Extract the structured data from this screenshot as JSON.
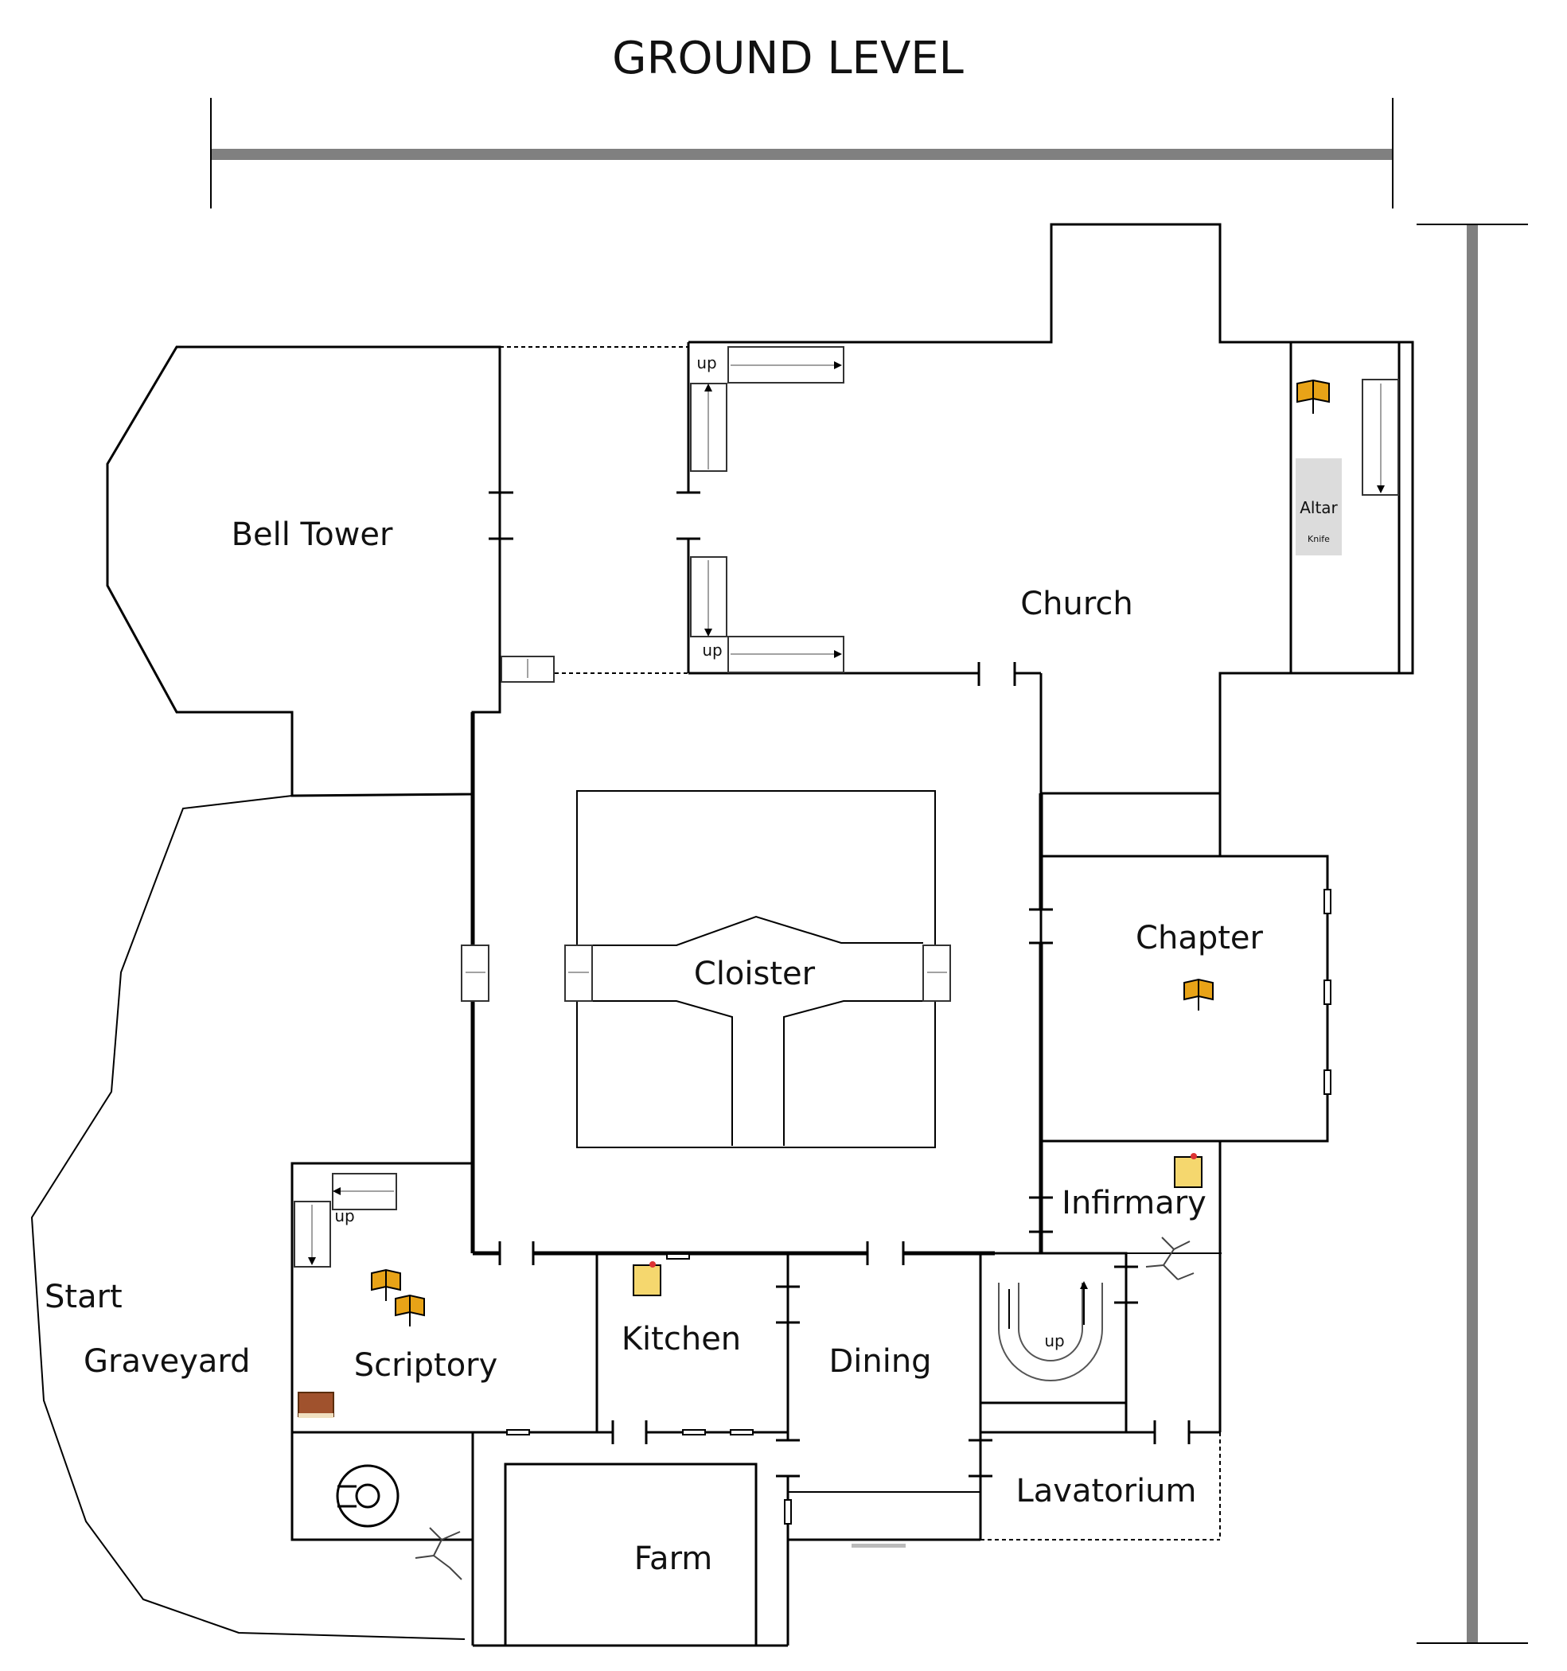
{
  "title": "GROUND LEVEL",
  "rooms": {
    "bell_tower": "Bell Tower",
    "church": "Church",
    "cloister": "Cloister",
    "chapter": "Chapter",
    "infirmary": "Infirmary",
    "scriptory": "Scriptory",
    "kitchen": "Kitchen",
    "dining": "Dining",
    "lavatorium": "Lavatorium",
    "farm": "Farm",
    "graveyard": "Graveyard"
  },
  "markers": {
    "start": "Start",
    "altar": "Altar",
    "altar_item": "Knife",
    "stair_up": "up"
  },
  "icons": [
    "open-book-icon",
    "sticky-note-icon",
    "closed-book-icon",
    "crack-icon",
    "spiral-stair-icon"
  ],
  "colors": {
    "scale_bar": "#808080",
    "altar_fill": "#dcdcdc",
    "book_icon": "#e8a317",
    "note_icon": "#f5d76e"
  }
}
